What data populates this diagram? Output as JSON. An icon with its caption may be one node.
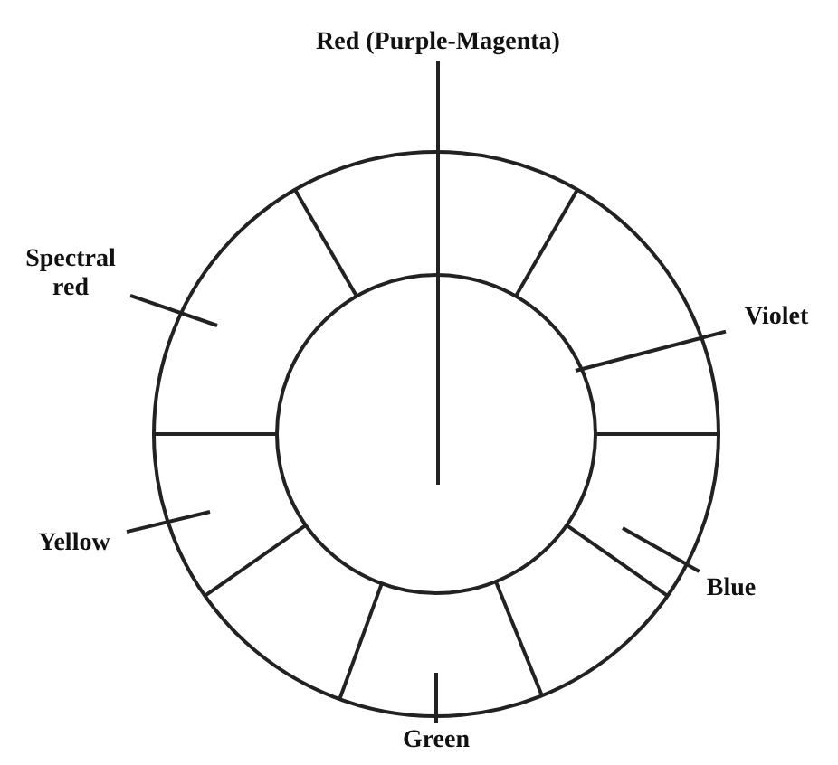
{
  "diagram": {
    "nodes": [
      {
        "text": [
          "Red (Purple-Magenta)"
        ]
      },
      {
        "text": [
          "Spectral red"
        ]
      },
      {
        "text": [
          "Violet"
        ]
      },
      {
        "text": [
          "Yellow"
        ]
      },
      {
        "text": [
          "Blue"
        ]
      },
      {
        "text": [
          "Green"
        ]
      }
    ],
    "edges": [
      {
        "from": 0,
        "to": null,
        "arrow": "none"
      },
      {
        "from": 1,
        "to": null,
        "arrow": "none"
      },
      {
        "from": 2,
        "to": null,
        "arrow": "none"
      },
      {
        "from": 3,
        "to": null,
        "arrow": "none"
      },
      {
        "from": 4,
        "to": null,
        "arrow": "none"
      },
      {
        "from": 5,
        "to": null,
        "arrow": "none"
      }
    ]
  }
}
